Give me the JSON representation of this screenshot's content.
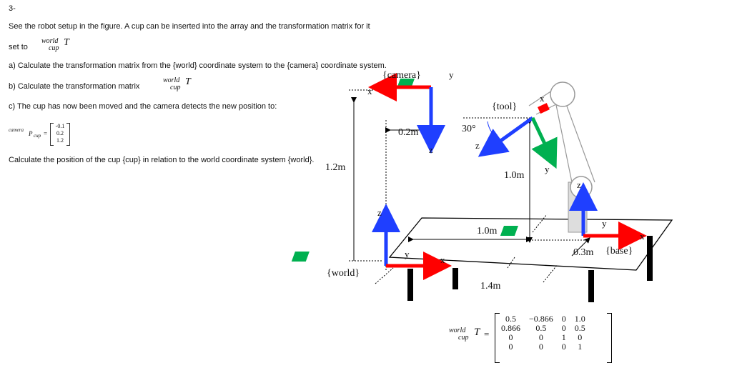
{
  "problem": {
    "number": "3-",
    "intro": "See the robot setup in the figure. A cup can be inserted into the array and the transformation matrix for it",
    "set_to": "set to",
    "part_a": "a) Calculate the transformation matrix from the {world} coordinate system to the {camera} coordinate system.",
    "part_b": "b) Calculate the transformation matrix",
    "part_c": "c) The cup has now been moved and the camera detects the new position to:",
    "position_label": "camera",
    "position_sub": "cup",
    "position_P": "P",
    "position_vector": [
      "-0.1",
      "0.2",
      "1.2"
    ],
    "calc_text": "Calculate the position of the cup {cup} in relation to the world coordinate system {world}.",
    "T_super": "world",
    "T_sub": "cup",
    "T_letter": "T"
  },
  "figure": {
    "camera_label": "{camera}",
    "tool_label": "{tool}",
    "world_label": "{world}",
    "base_label": "{base}",
    "dim_1_2": "1.2m",
    "dim_0_2": "0.2m",
    "dim_1_0_vert": "1.0m",
    "dim_1_0_horiz": "1.0m",
    "dim_1_4": "1.4m",
    "dim_0_3": "0.3m",
    "angle": "30°",
    "axis_x": "x",
    "axis_y": "y",
    "axis_z": "z",
    "colors": {
      "x_axis": "#ff0000",
      "y_axis": "#00b050",
      "z_axis": "#1f3fff"
    }
  },
  "matrix": {
    "equals": "=",
    "rows": [
      [
        "0.5",
        "−0.866",
        "0",
        "1.0"
      ],
      [
        "0.866",
        "0.5",
        "0",
        "0.5"
      ],
      [
        "0",
        "0",
        "1",
        "0"
      ],
      [
        "0",
        "0",
        "0",
        "1"
      ]
    ]
  }
}
